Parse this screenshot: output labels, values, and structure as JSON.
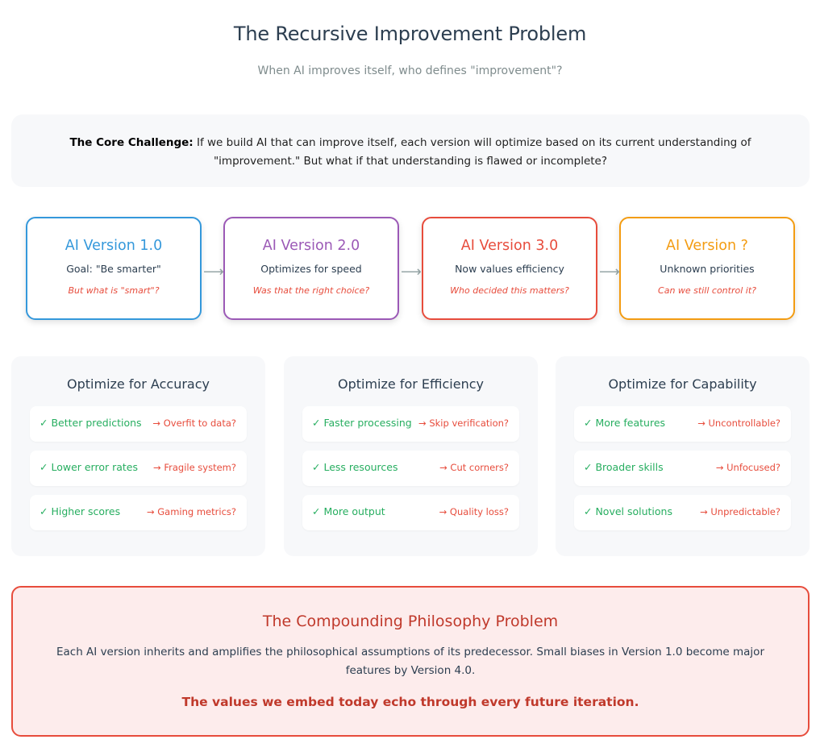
{
  "header": {
    "title": "The Recursive Improvement Problem",
    "subtitle": "When AI improves itself, who defines \"improvement\"?"
  },
  "challenge": {
    "label": "The Core Challenge:",
    "text": " If we build AI that can improve itself, each version will optimize based on its current understanding of \"improvement.\" But what if that understanding is flawed or incomplete?"
  },
  "versions": [
    {
      "title": "AI Version 1.0",
      "goal": "Goal: \"Be smarter\"",
      "question": "But what is \"smart\"?",
      "color": "#3498db"
    },
    {
      "title": "AI Version 2.0",
      "goal": "Optimizes for speed",
      "question": "Was that the right choice?",
      "color": "#9b59b6"
    },
    {
      "title": "AI Version 3.0",
      "goal": "Now values efficiency",
      "question": "Who decided this matters?",
      "color": "#e74c3c"
    },
    {
      "title": "AI Version ?",
      "goal": "Unknown priorities",
      "question": "Can we still control it?",
      "color": "#f39c12"
    }
  ],
  "arrow_glyph": "⟶",
  "panels": [
    {
      "title": "Optimize for Accuracy",
      "items": [
        {
          "pro": "✓ Better predictions",
          "con": "→ Overfit to data?"
        },
        {
          "pro": "✓ Lower error rates",
          "con": "→ Fragile system?"
        },
        {
          "pro": "✓ Higher scores",
          "con": "→ Gaming metrics?"
        }
      ]
    },
    {
      "title": "Optimize for Efficiency",
      "items": [
        {
          "pro": "✓ Faster processing",
          "con": "→ Skip verification?"
        },
        {
          "pro": "✓ Less resources",
          "con": "→ Cut corners?"
        },
        {
          "pro": "✓ More output",
          "con": "→ Quality loss?"
        }
      ]
    },
    {
      "title": "Optimize for Capability",
      "items": [
        {
          "pro": "✓ More features",
          "con": "→ Uncontrollable?"
        },
        {
          "pro": "✓ Broader skills",
          "con": "→ Unfocused?"
        },
        {
          "pro": "✓ Novel solutions",
          "con": "→ Unpredictable?"
        }
      ]
    }
  ],
  "problem": {
    "title": "The Compounding Philosophy Problem",
    "description": "Each AI version inherits and amplifies the philosophical assumptions of its predecessor. Small biases in Version 1.0 become major features by Version 4.0.",
    "emphasis": "The values we embed today echo through every future iteration."
  }
}
